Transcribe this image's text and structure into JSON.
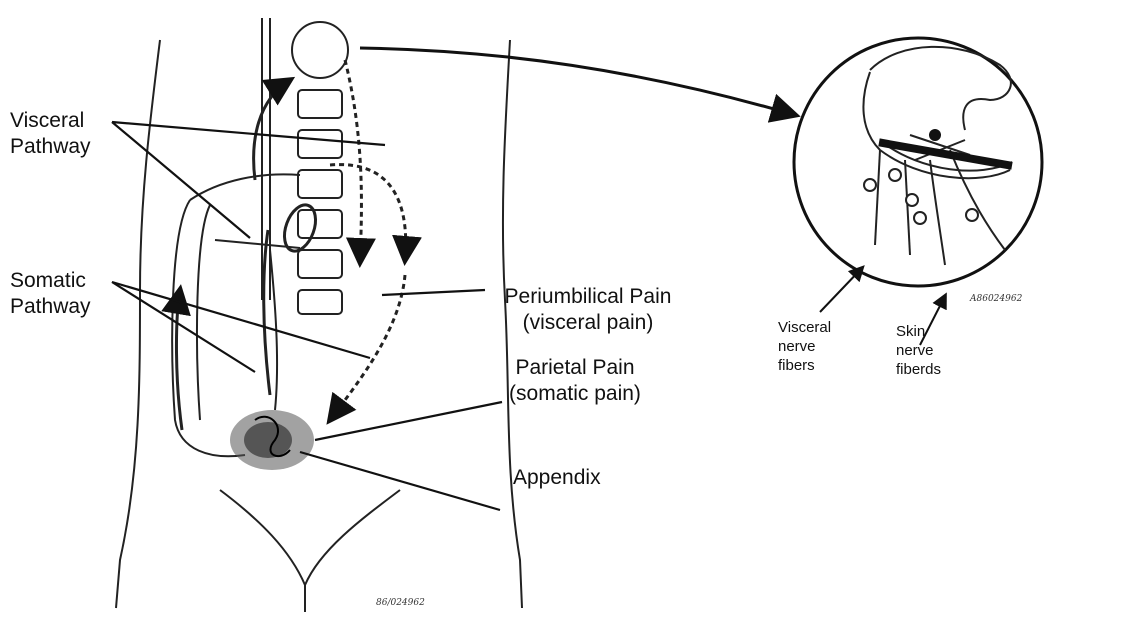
{
  "labels": {
    "visceral_pathway": [
      "Visceral",
      "Pathway"
    ],
    "somatic_pathway": [
      "Somatic",
      "Pathway"
    ],
    "periumbilical_pain": [
      "Periumbilical Pain",
      "(visceral pain)"
    ],
    "parietal_pain": [
      "Parietal Pain",
      "(somatic pain)"
    ],
    "appendix": "Appendix",
    "visceral_nerve_fibers": [
      "Visceral",
      "nerve",
      "fibers"
    ],
    "skin_nerve_fibers": [
      "Skin",
      "nerve",
      "fiberds"
    ]
  },
  "stamps": {
    "main": "86/024962",
    "inset": "A86024962"
  }
}
